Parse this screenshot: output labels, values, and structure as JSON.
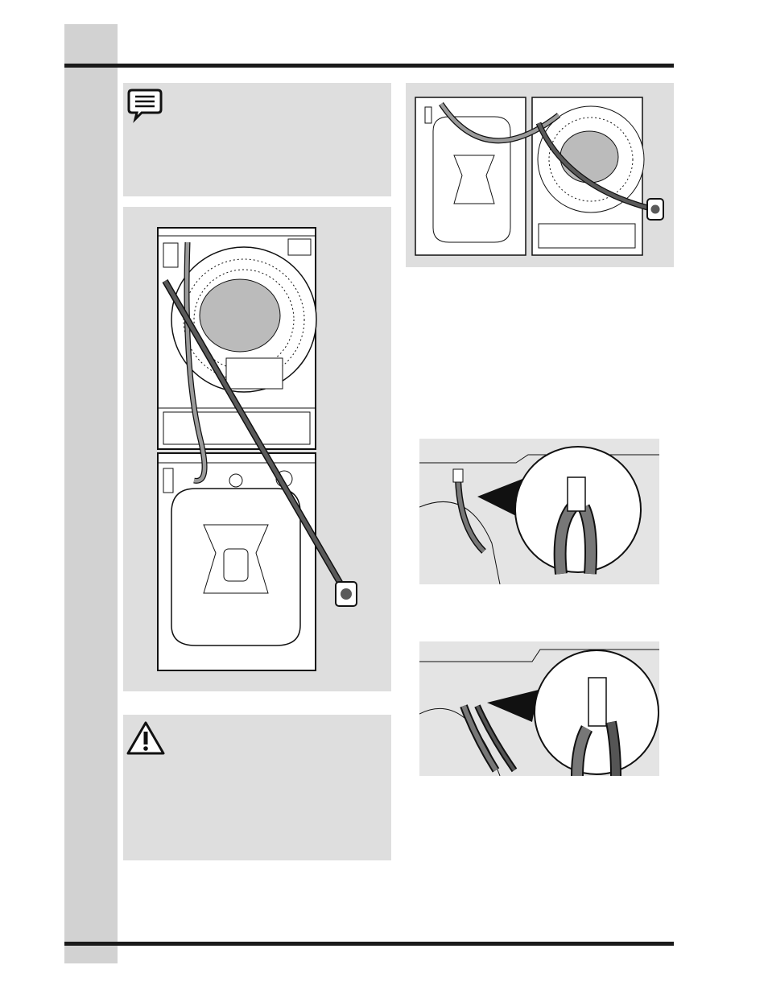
{
  "page": {
    "colors": {
      "rule": "#1a1a1a",
      "side_strip": "#d2d2d2",
      "panel": "#dedede",
      "hose": "#5a5a5a"
    }
  },
  "note_box": {
    "icon": "note-icon",
    "text": ""
  },
  "warning_box": {
    "icon": "warning-icon",
    "text": ""
  },
  "figures": [
    {
      "name": "stacked-units-rear-view"
    },
    {
      "name": "side-by-side-units-rear-view"
    },
    {
      "name": "inlet-valve-detail-1"
    },
    {
      "name": "inlet-valve-detail-2"
    }
  ]
}
